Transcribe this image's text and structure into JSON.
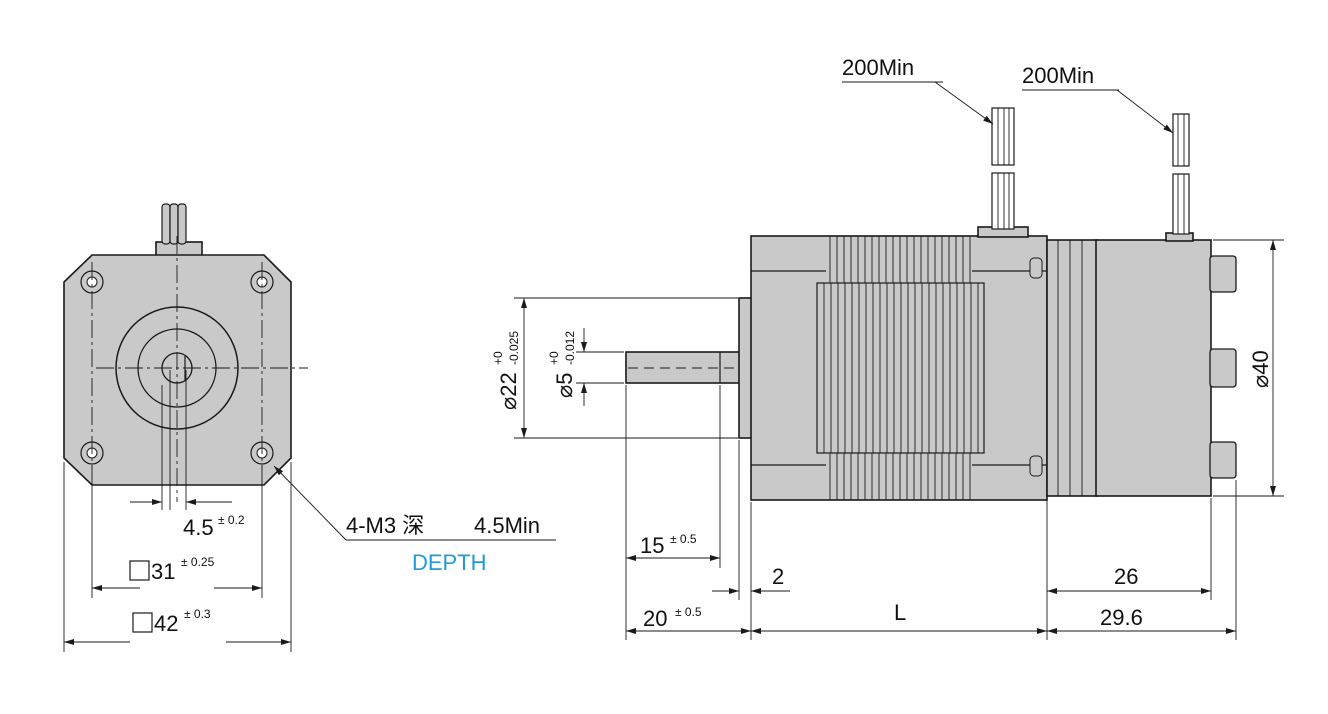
{
  "front_view": {
    "hole_dim": "4.5",
    "hole_tol": "± 0.2",
    "bolt_square": "31",
    "bolt_tol": "± 0.25",
    "flange_square": "42",
    "flange_tol": "± 0.3"
  },
  "callout": {
    "thread": "4-M3 深",
    "depth_value": "4.5Min",
    "depth_label": "DEPTH"
  },
  "side_view": {
    "lead_1": "200Min",
    "lead_2": "200Min",
    "pilot_dia": "⌀22",
    "pilot_tol_up": "+0",
    "pilot_tol_dn": "-0.025",
    "shaft_dia": "⌀5",
    "shaft_tol_up": "+0",
    "shaft_tol_dn": "-0.012",
    "flat_len": "15",
    "flat_tol": "± 0.5",
    "shaft_len": "20",
    "shaft_tol": "± 0.5",
    "boss": "2",
    "body_len": "L",
    "encoder_len": "26",
    "encoder_total": "29.6",
    "encoder_dia": "⌀40"
  },
  "colors": {
    "body": "#c9c9c9",
    "line": "#1a1a1a",
    "depth_label": "#1f9bd7"
  }
}
